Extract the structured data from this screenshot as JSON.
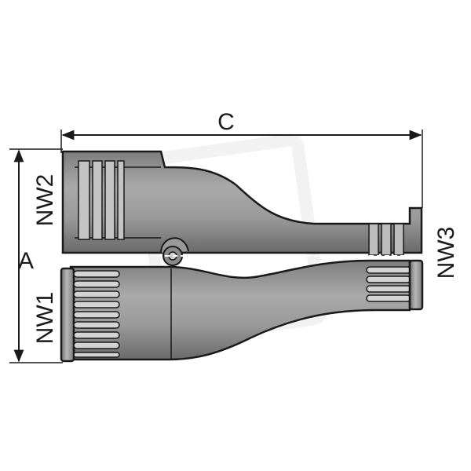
{
  "labels": {
    "overall_length": "C",
    "overall_height": "A",
    "port_top_left": "NW2",
    "port_bottom_left": "NW1",
    "port_right": "NW3"
  },
  "colors": {
    "line": "#1a1a1a",
    "body_fill": "#8f8f8f",
    "body_shade": "#6f6f6f",
    "rib_fill": "#c9c9c9",
    "highlight": "#dcdcdc",
    "watermark": "#e6e6e6"
  }
}
